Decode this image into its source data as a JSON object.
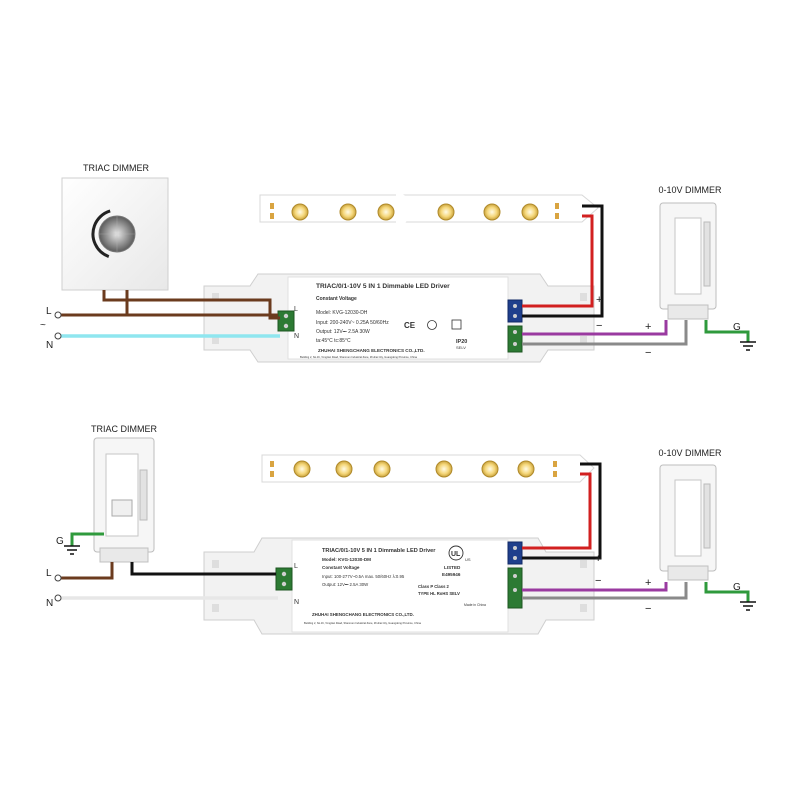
{
  "colors": {
    "live_wire": "#6b3b1e",
    "neutral_wire_top": "#8fe6ef",
    "neutral_wire_bottom": "#e7e7e7",
    "led_positive": "#d22020",
    "led_negative": "#111111",
    "dim_positive": "#9a3aa0",
    "dim_negative": "#8a8a8a",
    "ground": "#2f9a3c",
    "driver_body": "#f4f4f4",
    "terminal_blue": "#1f3f8c",
    "terminal_green": "#2c7a33"
  },
  "top": {
    "triac_label": "TRIAC DIMMER",
    "dimmer_010v_label": "0-10V DIMMER",
    "input_L": "L",
    "input_N": "N",
    "input_tilde": "~",
    "led_plus": "+",
    "led_minus": "−",
    "dim_plus": "+",
    "dim_minus": "−",
    "ground": "G",
    "driver": {
      "title": "TRIAC/0/1-10V 5 IN 1 Dimmable LED Driver",
      "subtitle": "Constant Voltage",
      "model": "Model: KVG-12030-DH",
      "input": "Input: 200-240V~ 0.25A  50/60Hz",
      "output": "Output: 12V⎓ 2.5A  30W",
      "temp": "ta:45°C  tc:85°C",
      "company": "ZHUHAI SHENGCHANG ELECTRONICS CO.,LTD.",
      "address": "Building 2, No.16, Yongtian Road, Shanmen Industrial Zone, Zhuhai City, Guangdong Province, China",
      "ip": "IP20",
      "selv": "SELV",
      "ce": "CE",
      "ac_L": "L",
      "ac_N": "N"
    }
  },
  "bottom": {
    "triac_label": "TRIAC DIMMER",
    "dimmer_010v_label": "0-10V DIMMER",
    "input_L": "L",
    "input_N": "N",
    "ground_left": "G",
    "led_plus": "+",
    "led_minus": "−",
    "dim_plus": "+",
    "dim_minus": "−",
    "ground": "G",
    "driver": {
      "title": "TRIAC/0/1-10V 5 IN 1 Dimmable LED Driver",
      "model": "Model: KVG-12030-DM",
      "subtitle": "Constant Voltage",
      "input": "Input: 100-277V~0.5A max.  50/60Hz  λ:0.95",
      "output": "Output: 12V⎓ 2.5A  30W",
      "ul": "UL",
      "us": "US",
      "listed": "LISTED",
      "file": "E495946",
      "class_line1": "Class P   Class 2",
      "class_line2": "TYPE HL  RoHS  SELV",
      "made_in": "Made in China",
      "company": "ZHUHAI SHENGCHANG ELECTRONICS CO.,LTD.",
      "address": "Building 2, No.16, Yongtian Road, Shanmen Industrial Zone, Zhuhai City, Guangdong Province, China",
      "ac_L": "L",
      "ac_N": "N"
    }
  }
}
